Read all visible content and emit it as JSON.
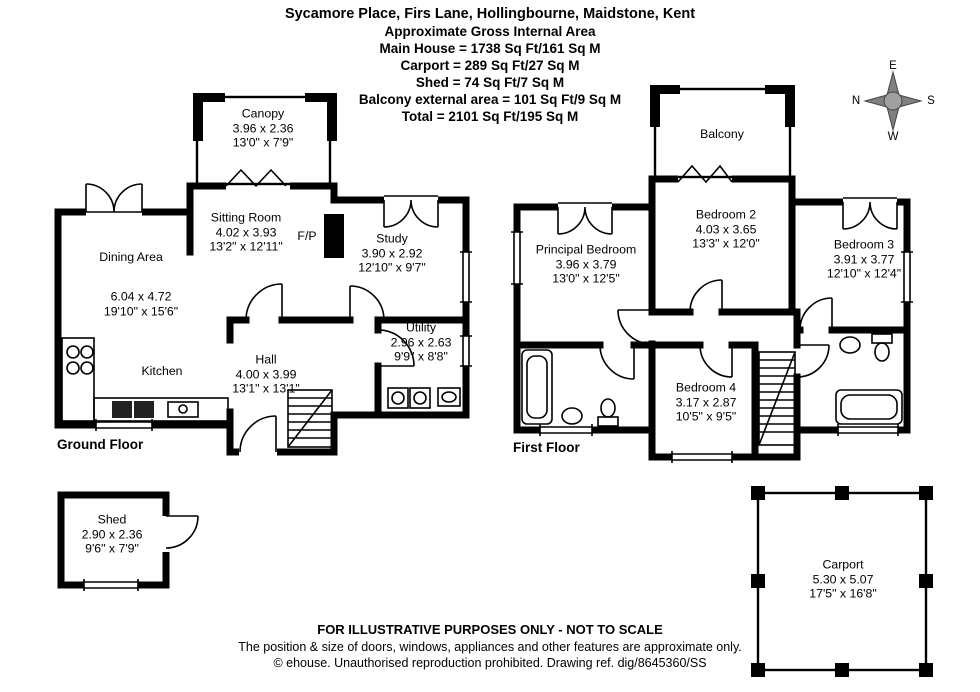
{
  "header": {
    "title": "Sycamore Place, Firs Lane, Hollingbourne, Maidstone, Kent",
    "subtitle": "Approximate Gross Internal Area",
    "lines": [
      "Main House = 1738 Sq Ft/161 Sq M",
      "Carport = 289 Sq Ft/27 Sq M",
      "Shed = 74 Sq Ft/7 Sq M",
      "Balcony external area = 101 Sq Ft/9 Sq M",
      "Total = 2101 Sq Ft/195 Sq M"
    ]
  },
  "compass": {
    "e": "E",
    "n": "N",
    "s": "S",
    "w": "W"
  },
  "floors": {
    "ground": {
      "label": "Ground Floor",
      "rooms": {
        "canopy": {
          "name": "Canopy",
          "metric": "3.96 x 2.36",
          "imperial": "13'0\" x 7'9\""
        },
        "sitting": {
          "name": "Sitting Room",
          "metric": "4.02 x 3.93",
          "imperial": "13'2\" x 12'11\""
        },
        "fireplace": {
          "name": "F/P"
        },
        "study": {
          "name": "Study",
          "metric": "3.90 x 2.92",
          "imperial": "12'10\" x 9'7\""
        },
        "dining": {
          "name": "Dining Area",
          "metric": "6.04 x 4.72",
          "imperial": "19'10\" x 15'6\""
        },
        "kitchen": {
          "name": "Kitchen"
        },
        "hall": {
          "name": "Hall",
          "metric": "4.00 x 3.99",
          "imperial": "13'1\" x 13'1\""
        },
        "utility": {
          "name": "Utility",
          "metric": "2.96 x 2.63",
          "imperial": "9'9\" x 8'8\""
        }
      }
    },
    "first": {
      "label": "First Floor",
      "rooms": {
        "balcony": {
          "name": "Balcony"
        },
        "bedroom2": {
          "name": "Bedroom 2",
          "metric": "4.03 x 3.65",
          "imperial": "13'3\" x 12'0\""
        },
        "principal": {
          "name": "Principal Bedroom",
          "metric": "3.96 x 3.79",
          "imperial": "13'0\" x 12'5\""
        },
        "bedroom3": {
          "name": "Bedroom 3",
          "metric": "3.91 x 3.77",
          "imperial": "12'10\" x 12'4\""
        },
        "bedroom4": {
          "name": "Bedroom 4",
          "metric": "3.17 x 2.87",
          "imperial": "10'5\" x 9'5\""
        }
      }
    },
    "outbuildings": {
      "rooms": {
        "shed": {
          "name": "Shed",
          "metric": "2.90 x 2.36",
          "imperial": "9'6\" x 7'9\""
        },
        "carport": {
          "name": "Carport",
          "metric": "5.30 x 5.07",
          "imperial": "17'5\" x 16'8\""
        }
      }
    }
  },
  "footer": {
    "disclaimer": "FOR ILLUSTRATIVE PURPOSES ONLY - NOT TO SCALE",
    "note": "The position & size of doors, windows, appliances and other features are approximate only.",
    "copyright": "© ehouse. Unauthorised reproduction prohibited. Drawing ref. dig/8645360/SS"
  }
}
